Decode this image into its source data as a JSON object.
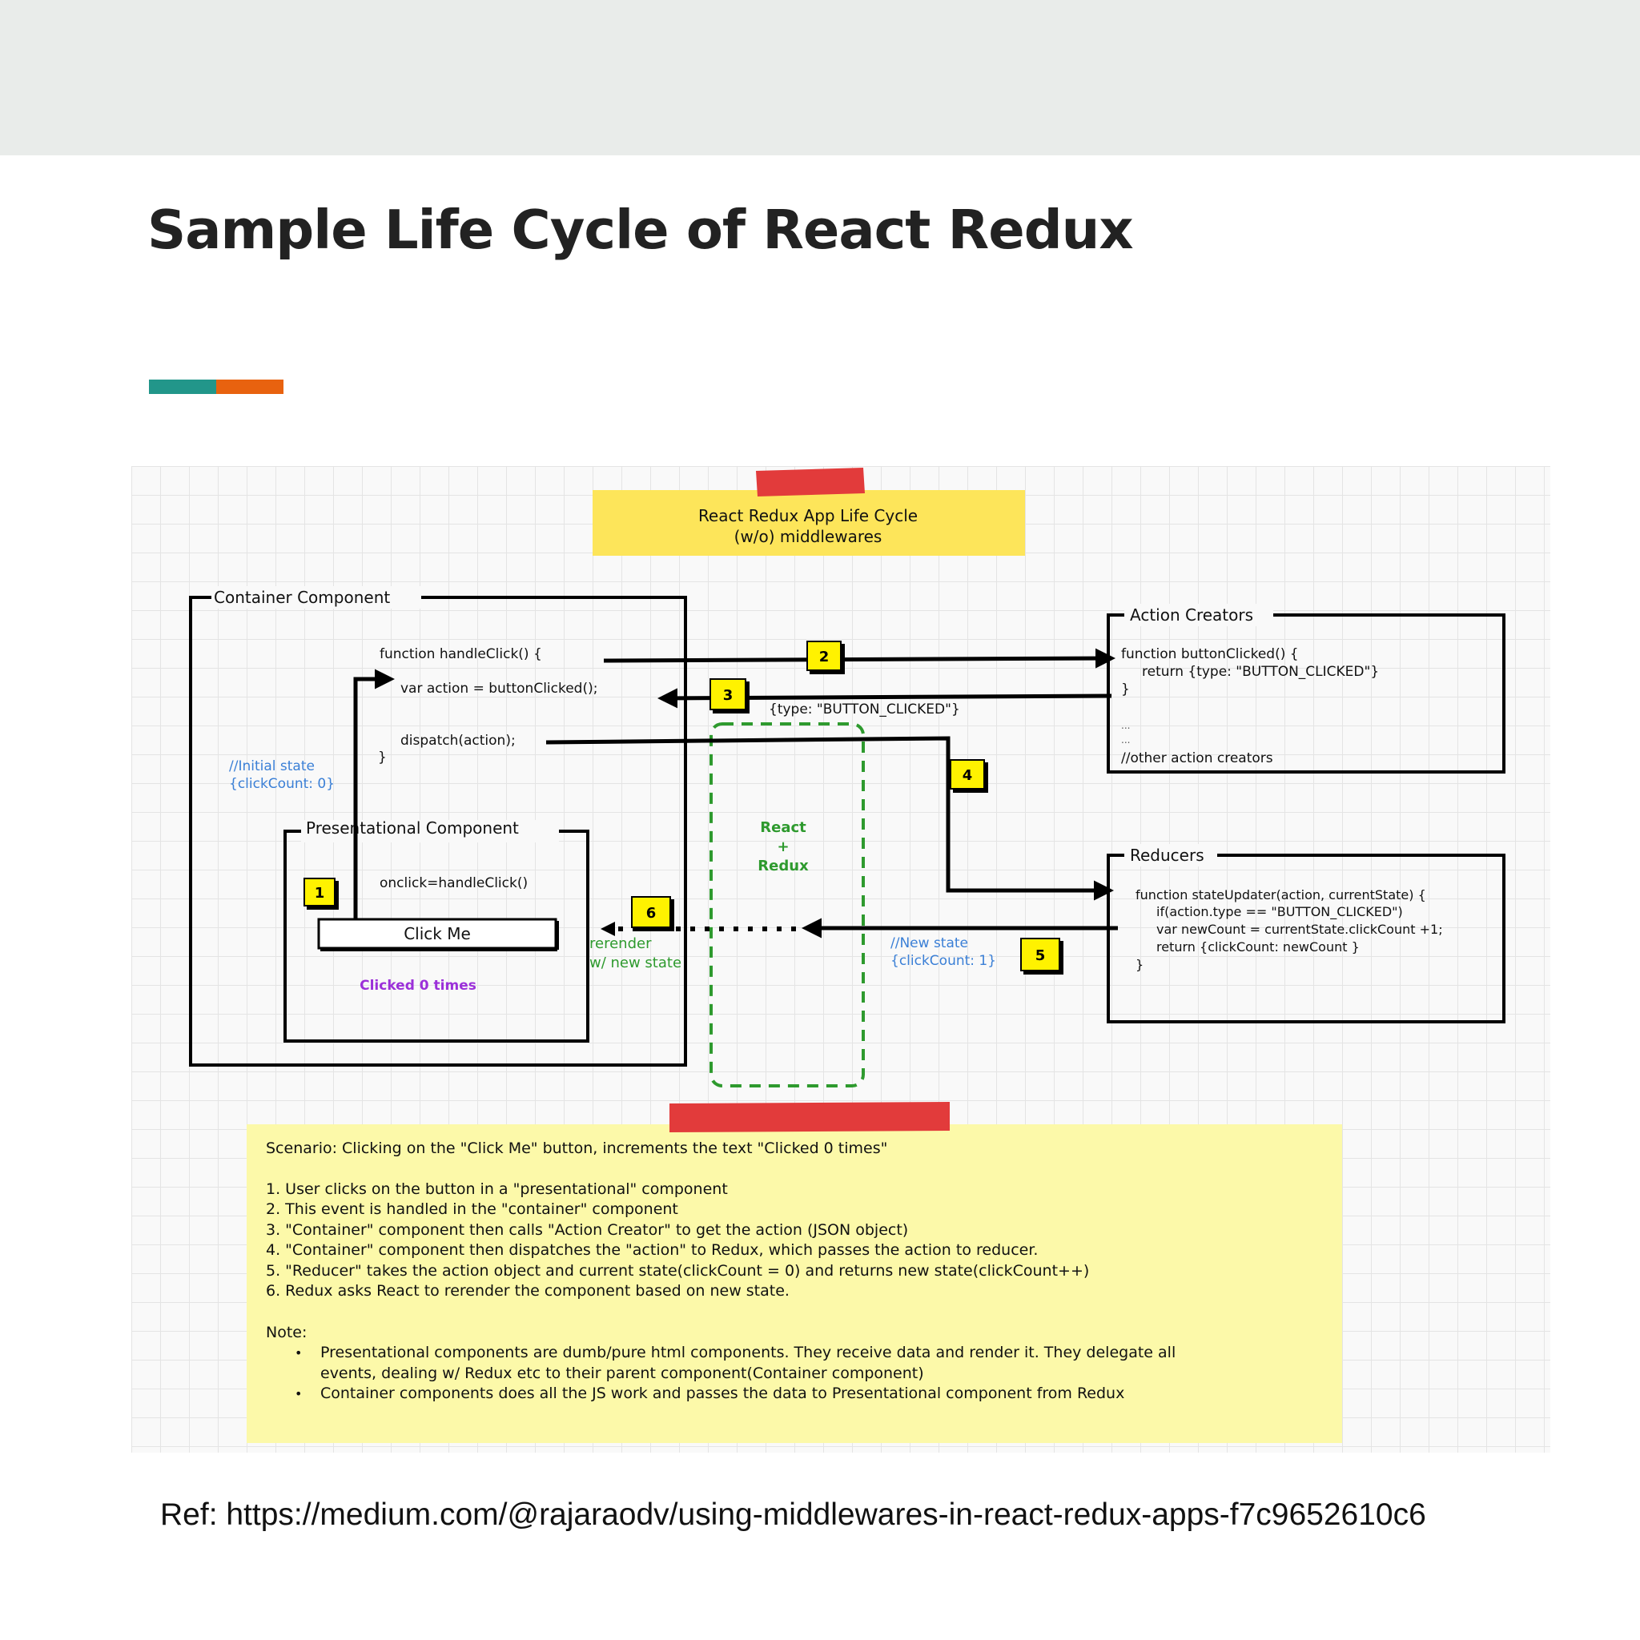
{
  "slide": {
    "title": "Sample Life Cycle of React Redux",
    "reference": "Ref: https://medium.com/@rajaraodv/using-middlewares-in-react-redux-apps-f7c9652610c6",
    "colors": {
      "accent_teal": "#22968a",
      "accent_orange": "#e8620f",
      "topbar": "#e9ecea"
    }
  },
  "diagram": {
    "sticky_title": [
      "React Redux App Life Cycle",
      "(w/o) middlewares"
    ],
    "container": {
      "label": "Container Component",
      "code": [
        "function handleClick() {",
        "var action = buttonClicked();",
        "dispatch(action);",
        "}"
      ],
      "comment": [
        "//Initial state",
        "{clickCount: 0}"
      ]
    },
    "presentational": {
      "label": "Presentational Component",
      "onclick": "onclick=handleClick()",
      "button": "Click Me",
      "status": "Clicked 0 times"
    },
    "action_creators": {
      "label": "Action Creators",
      "code": [
        "function buttonClicked() {",
        "return {type: \"BUTTON_CLICKED\"}",
        "}",
        "...",
        "...",
        "//other action creators"
      ]
    },
    "reducers": {
      "label": "Reducers",
      "code": [
        "function stateUpdater(action, currentState) {",
        "if(action.type == \"BUTTON_CLICKED\")",
        "var newCount = currentState.clickCount +1;",
        "return {clickCount: newCount }",
        "}"
      ]
    },
    "redux_store": [
      "React",
      "+",
      "Redux"
    ],
    "action_object": "{type: \"BUTTON_CLICKED\"}",
    "new_state_comment": [
      "//New state",
      "{clickCount: 1}"
    ],
    "rerender_note": [
      "rerender",
      "w/ new state"
    ],
    "steps": [
      "1",
      "2",
      "3",
      "4",
      "5",
      "6"
    ],
    "scenario": {
      "headline": "Scenario: Clicking on the \"Click Me\" button, increments the text \"Clicked 0 times\"",
      "items": [
        "1. User clicks on the button in a \"presentational\" component",
        "2. This event is handled in the \"container\" component",
        "3. \"Container\" component then calls \"Action Creator\" to get the action (JSON object)",
        "4. \"Container\" component then dispatches the \"action\" to Redux, which passes the action to reducer.",
        "5. \"Reducer\" takes the action object and current state(clickCount = 0) and returns new state(clickCount++)",
        "6. Redux asks React to rerender the component based on new state."
      ],
      "note_label": "Note:",
      "bullet": "•",
      "notes": [
        "Presentational components are dumb/pure html components. They receive data and render it. They delegate all",
        "events, dealing w/ Redux etc to their parent component(Container component)",
        "Container components does all the JS work and passes the data to Presentational component from Redux"
      ]
    },
    "colors": {
      "sticky_yellow": "#fde55a",
      "tape_red": "#e23b3b",
      "note_yellow": "#fcf9a9",
      "step_badge": "#fff200",
      "redux_green": "#2e9a2e",
      "comment_blue": "#3a7fd6",
      "status_purple": "#9b30d9"
    }
  }
}
